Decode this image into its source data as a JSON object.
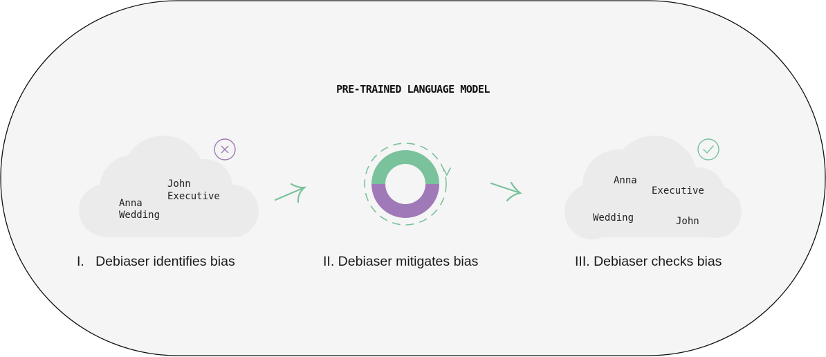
{
  "title": "PRE-TRAINED LANGUAGE MODEL",
  "colors": {
    "cloud": "#f2f2f2",
    "green": "#79c29b",
    "purple": "#a07ab8",
    "outline": "#111111"
  },
  "steps": [
    {
      "label": "I.   Debiaser identifies bias",
      "status_icon": "x-circle-icon",
      "words": [
        "John",
        "Executive",
        "Anna",
        "Wedding"
      ]
    },
    {
      "label": "II. Debiaser mitigates bias",
      "icon": "donut-cycle-icon"
    },
    {
      "label": "III. Debiaser checks bias",
      "status_icon": "check-circle-icon",
      "words": [
        "Anna",
        "Executive",
        "Wedding",
        "John"
      ]
    }
  ],
  "connectors": [
    "arrow-icon",
    "arrow-icon"
  ]
}
